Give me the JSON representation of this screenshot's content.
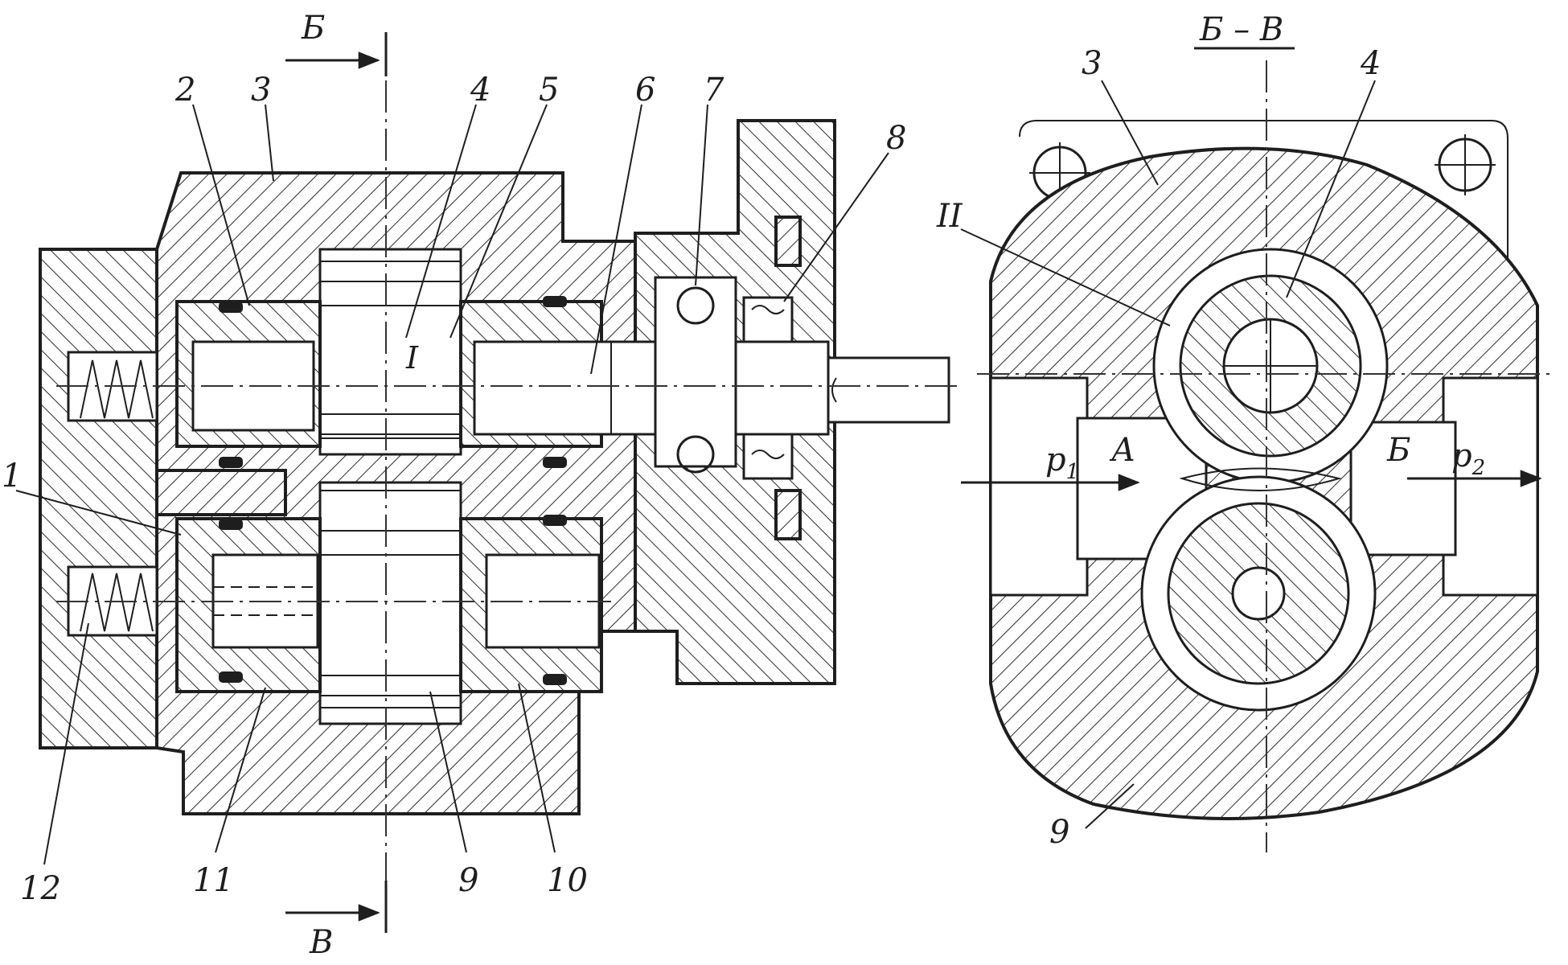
{
  "section_marks": {
    "top": "Б",
    "bottom": "В",
    "section_title": "Б – В"
  },
  "left_view": {
    "callouts": [
      "1",
      "2",
      "3",
      "4",
      "5",
      "6",
      "7",
      "8",
      "9",
      "10",
      "11",
      "12"
    ],
    "detail_mark": "I"
  },
  "right_view": {
    "callouts": [
      "3",
      "4",
      "9"
    ],
    "detail_mark": "II",
    "chambers": {
      "inlet": "А",
      "outlet": "Б"
    },
    "pressures": {
      "inlet": "p",
      "inlet_sub": "1",
      "outlet": "p",
      "outlet_sub": "2"
    }
  },
  "colors": {
    "ink": "#1e1e1e",
    "paper": "#ffffff"
  }
}
